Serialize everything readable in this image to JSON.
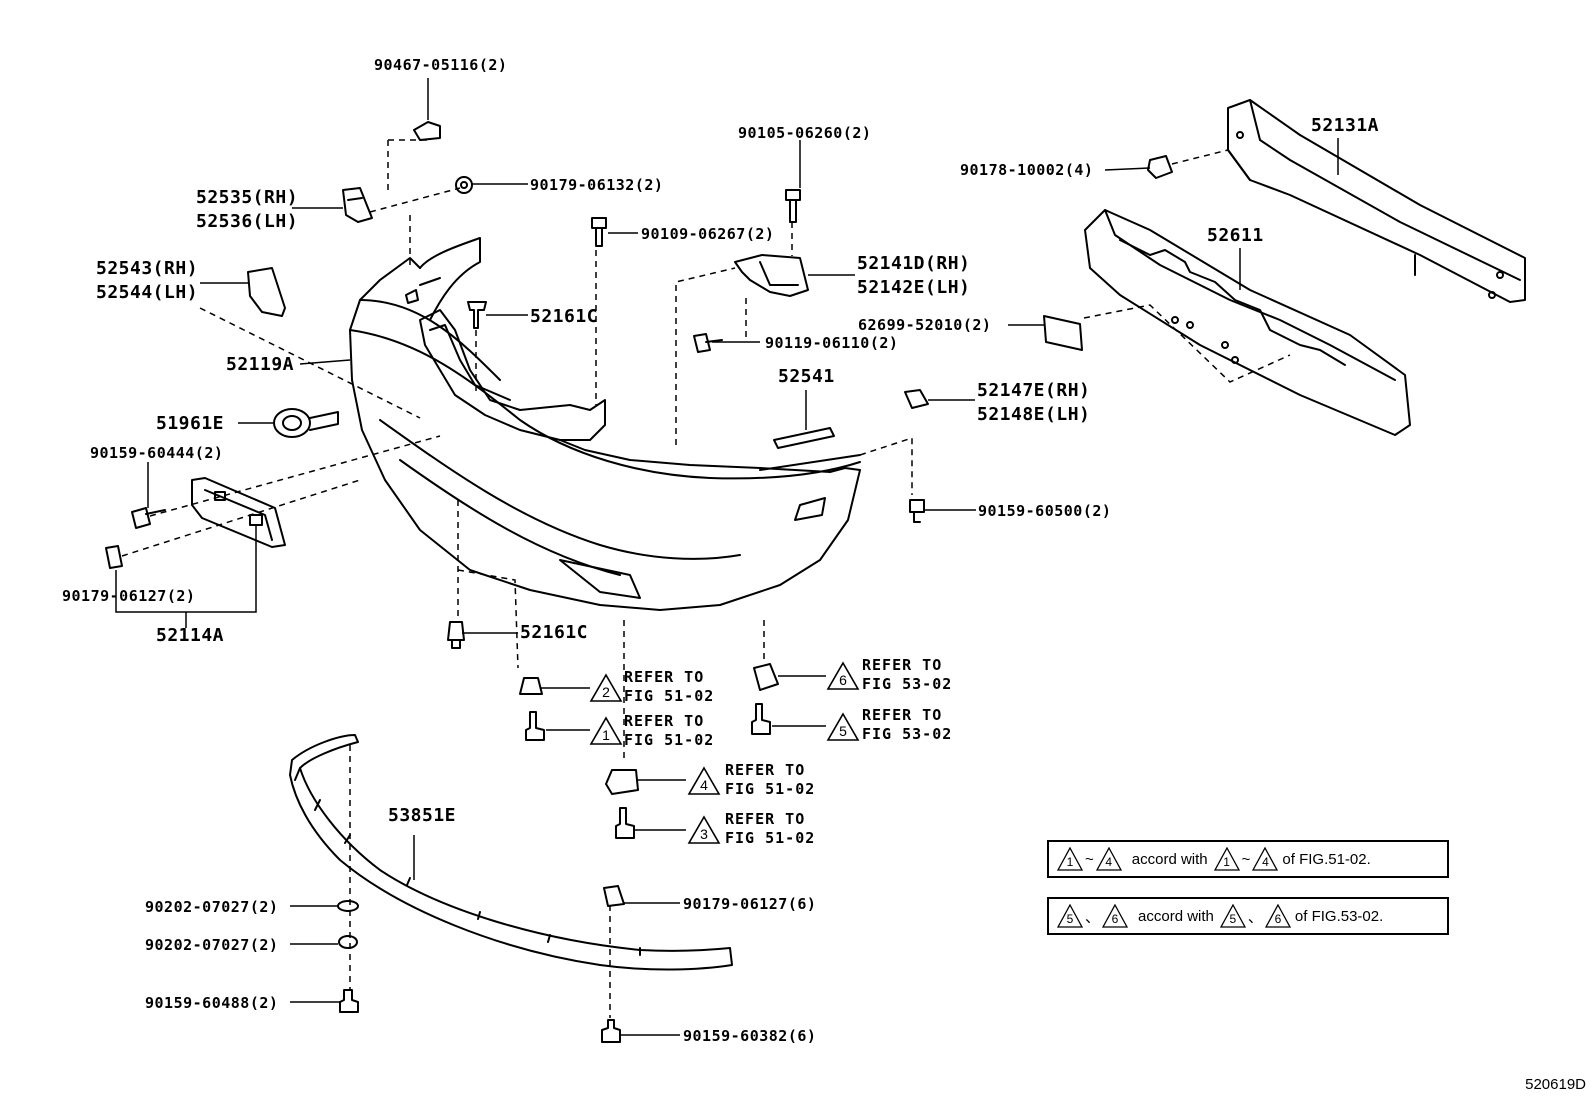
{
  "parts": {
    "p90467": "90467-05116(2)",
    "p52535": "52535(RH)",
    "p52536": "52536(LH)",
    "p90179a": "90179-06132(2)",
    "p90109": "90109-06267(2)",
    "p52543": "52543(RH)",
    "p52544": "52544(LH)",
    "p52161c_top": "52161C",
    "p52119a": "52119A",
    "p51961e": "51961E",
    "p90159a": "90159-60444(2)",
    "p90179b": "90179-06127(2)",
    "p52114a": "52114A",
    "p52161c_bot": "52161C",
    "p90105": "90105-06260(2)",
    "p52141d": "52141D(RH)",
    "p52142e": "52142E(LH)",
    "p90119": "90119-06110(2)",
    "p52541": "52541",
    "p52147e": "52147E(RH)",
    "p52148e": "52148E(LH)",
    "p90159b": "90159-60500(2)",
    "p90178": "90178-10002(4)",
    "p52131a": "52131A",
    "p52611": "52611",
    "p62699": "62699-52010(2)",
    "p53851e": "53851E",
    "p90202a": "90202-07027(2)",
    "p90202b": "90202-07027(2)",
    "p90159c": "90159-60488(2)",
    "p90179c": "90179-06127(6)",
    "p90159d": "90159-60382(6)"
  },
  "refs": [
    {
      "num": "2",
      "line1": "REFER TO",
      "line2": "FIG 51-02"
    },
    {
      "num": "1",
      "line1": "REFER TO",
      "line2": "FIG 51-02"
    },
    {
      "num": "4",
      "line1": "REFER TO",
      "line2": "FIG 51-02"
    },
    {
      "num": "3",
      "line1": "REFER TO",
      "line2": "FIG 51-02"
    },
    {
      "num": "6",
      "line1": "REFER TO",
      "line2": "FIG 53-02"
    },
    {
      "num": "5",
      "line1": "REFER TO",
      "line2": "FIG 53-02"
    }
  ],
  "legend": [
    {
      "a": "1",
      "sep": "~",
      "b": "4",
      "text": "accord with",
      "c": "1",
      "sep2": "~",
      "d": "4",
      "tail": "of FIG.51-02."
    },
    {
      "a": "5",
      "sep": "、",
      "b": "6",
      "text": "accord with",
      "c": "5",
      "sep2": "、",
      "d": "6",
      "tail": "of FIG.53-02."
    }
  ],
  "figure_id": "520619D"
}
